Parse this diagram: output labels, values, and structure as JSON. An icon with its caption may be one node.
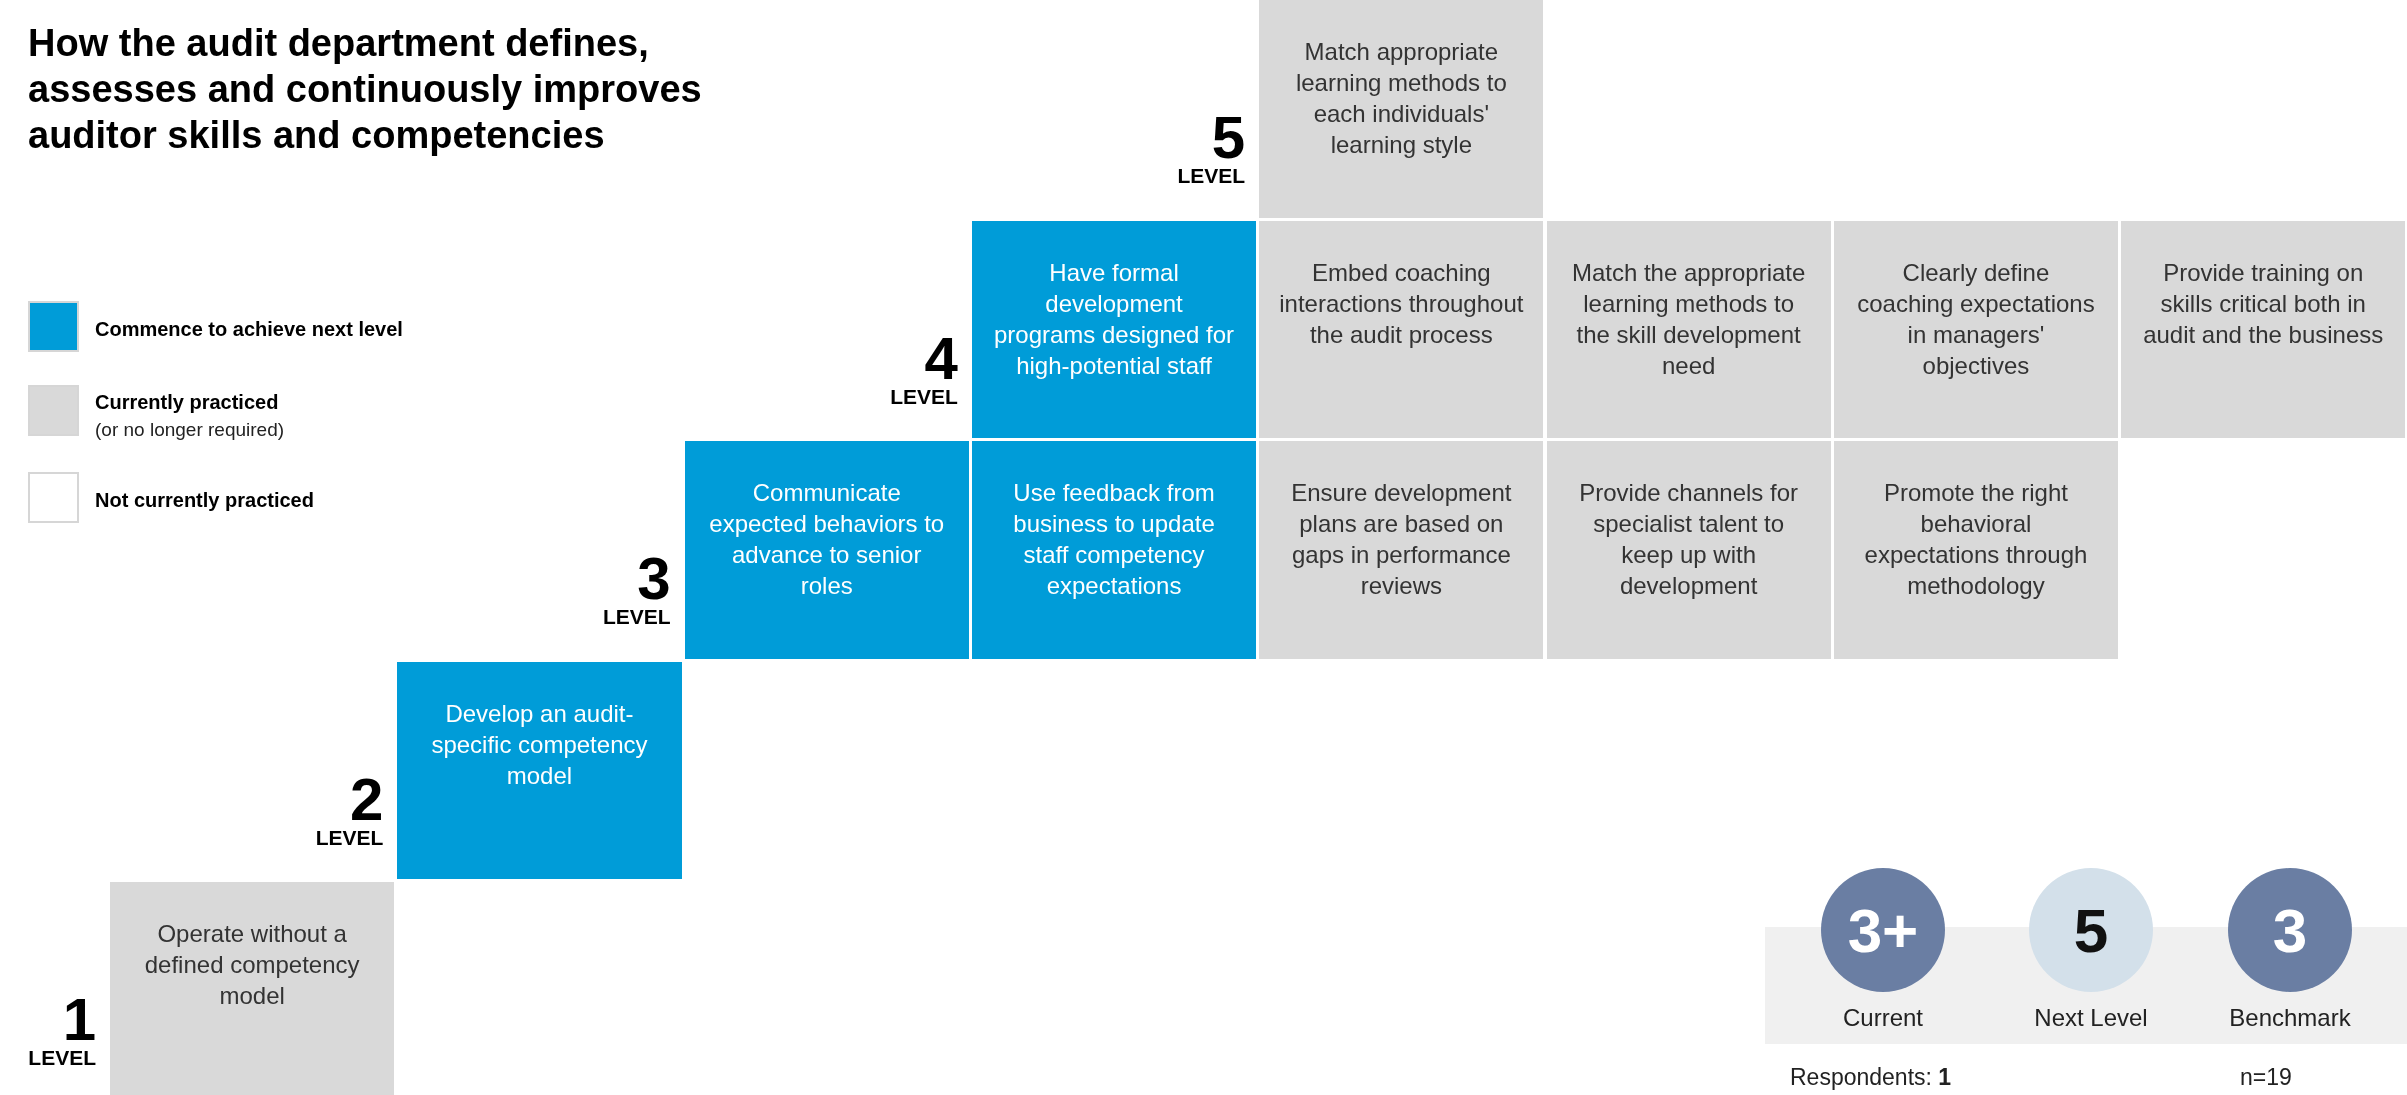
{
  "diagram": {
    "title": "How the audit department defines, assesses and continuously improves auditor skills and competencies",
    "nodes": [
      {
        "text": [
          "Match appropriate learning methods to each individuals' learning style"
        ]
      },
      {
        "text": [
          "Have formal development programs designed for high-potential staff"
        ]
      },
      {
        "text": [
          "Embed coaching interactions throughout the audit process"
        ]
      },
      {
        "text": [
          "Match the appropriate learning methods to the skill development need"
        ]
      },
      {
        "text": [
          "Clearly define coaching expectations in managers' objectives"
        ]
      },
      {
        "text": [
          "Provide training on skills critical both in audit and the business"
        ]
      },
      {
        "text": [
          "Communicate expected behaviors to advance to senior roles"
        ]
      },
      {
        "text": [
          "Use feedback from business to update staff competency expectations"
        ]
      },
      {
        "text": [
          "Ensure development plans are based on gaps in performance reviews"
        ]
      },
      {
        "text": [
          "Provide channels for specialist talent to keep up with development"
        ]
      },
      {
        "text": [
          "Promote the right behavioral expectations through methodology"
        ]
      },
      {
        "text": [
          "Develop an audit-specific competency model"
        ]
      },
      {
        "text": [
          "Operate without a defined competency model"
        ]
      },
      {
        "text": [
          "3+"
        ],
        "beside": [
          "Current"
        ]
      },
      {
        "text": [
          "5"
        ],
        "beside": [
          "Next Level"
        ]
      },
      {
        "text": [
          "3"
        ],
        "beside": [
          "Benchmark"
        ]
      }
    ],
    "labels": [
      "5",
      "LEVEL",
      "4",
      "LEVEL",
      "(or no longer required)",
      "3",
      "LEVEL",
      "2",
      "LEVEL",
      "1",
      "LEVEL",
      "Respondents: **1**",
      "n=19"
    ],
    "legend": [
      {
        "text": "Commence to achieve next level",
        "color": "#009cd8"
      },
      {
        "text": "Currently practiced",
        "color": "#d9d9d9"
      },
      {
        "text": "Not currently practiced",
        "color": "#ffffff"
      }
    ]
  }
}
